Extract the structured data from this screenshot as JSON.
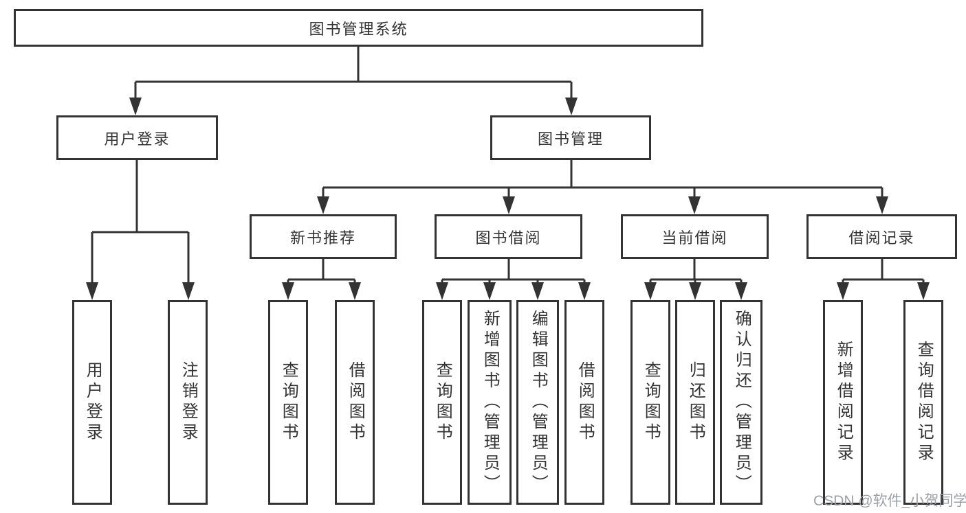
{
  "tree": {
    "root": {
      "label": "图书管理系统"
    },
    "branches": [
      {
        "label": "用户登录",
        "children": [
          {
            "label": "用户登录"
          },
          {
            "label": "注销登录"
          }
        ]
      },
      {
        "label": "图书管理",
        "children": [
          {
            "label": "新书推荐",
            "children": [
              {
                "label": "查询图书"
              },
              {
                "label": "借阅图书"
              }
            ]
          },
          {
            "label": "图书借阅",
            "children": [
              {
                "label": "查询图书"
              },
              {
                "label": "新增图书（管理员）"
              },
              {
                "label": "编辑图书（管理员）"
              },
              {
                "label": "借阅图书"
              }
            ]
          },
          {
            "label": "当前借阅",
            "children": [
              {
                "label": "查询图书"
              },
              {
                "label": "归还图书"
              },
              {
                "label": "确认归还（管理员）"
              }
            ]
          },
          {
            "label": "借阅记录",
            "children": [
              {
                "label": "新增借阅记录"
              },
              {
                "label": "查询借阅记录"
              }
            ]
          }
        ]
      }
    ]
  },
  "watermark": {
    "text": "CSDN @软件_小贺同学"
  },
  "colors": {
    "line": "#333333",
    "box_border": "#333333",
    "text": "#333333",
    "watermark": "#9ca0a8",
    "background": "#ffffff"
  }
}
